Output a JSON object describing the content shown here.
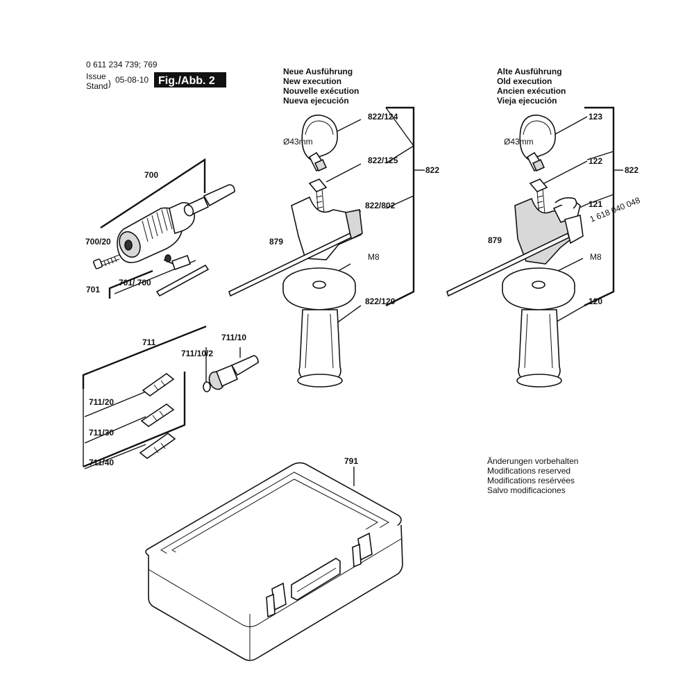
{
  "header": {
    "part_numbers": "0 611 234 739; 769",
    "issue_label": "Issue",
    "stand_label": "Stand",
    "date": "05-08-10",
    "figure": "Fig./Abb. 2"
  },
  "new_execution": {
    "lines": [
      "Neue Ausführung",
      "New execution",
      "Nouvelle exécution",
      "Nueva ejecución"
    ]
  },
  "old_execution": {
    "lines": [
      "Alte Ausführung",
      "Old execution",
      "Ancien exécution",
      "Vieja ejecución"
    ]
  },
  "modifications": {
    "lines": [
      "Änderungen vorbehalten",
      "Modifications reserved",
      "Modifications resérvées",
      "Salvo modificaciones"
    ]
  },
  "labels": {
    "p700": "700",
    "p700_20": "700/20",
    "p701": "701",
    "p701_700": "701/ 700",
    "p711": "711",
    "p711_10": "711/10",
    "p711_10_2": "711/10/2",
    "p711_20": "711/20",
    "p711_30": "711/30",
    "p711_40": "711/40",
    "p791": "791",
    "p822_124": "822/124",
    "p822_125": "822/125",
    "p822": "822",
    "p822_802": "822/802",
    "p879_new": "879",
    "m8_new": "M8",
    "p822_120": "822/120",
    "dia_new": "Ø43mm",
    "p123": "123",
    "p122": "122",
    "p822_old": "822",
    "p121": "121",
    "p1618": "1 618 040 048",
    "p879_old": "879",
    "m8_old": "M8",
    "p120": "120",
    "dia_old": "Ø43mm"
  }
}
